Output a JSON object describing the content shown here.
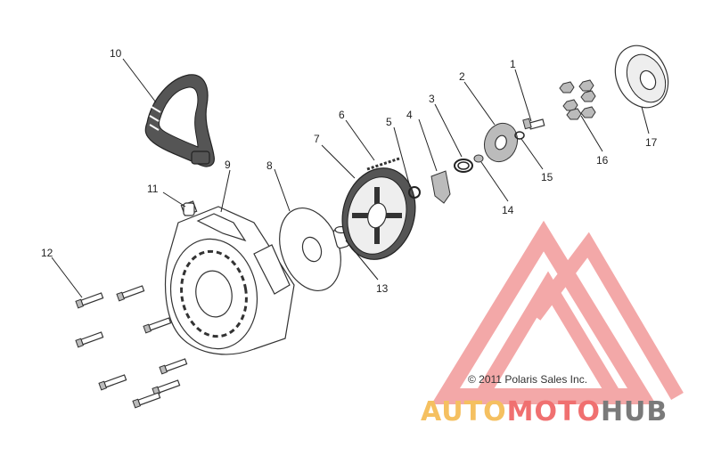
{
  "callouts": {
    "c1": "1",
    "c2": "2",
    "c3": "3",
    "c4": "4",
    "c5": "5",
    "c6": "6",
    "c7": "7",
    "c8": "8",
    "c9": "9",
    "c10": "10",
    "c11": "11",
    "c12": "12",
    "c13": "13",
    "c14": "14",
    "c15": "15",
    "c16": "16",
    "c17": "17"
  },
  "watermark": {
    "copyright": "© 2011 Polaris Sales Inc.",
    "brand_auto": "AUTO",
    "brand_moto": "MOTO",
    "brand_hub": "HUB",
    "colors": {
      "logo": "#f08c8c",
      "auto": "#f5c060",
      "moto": "#f07070",
      "hub": "#7a7a7a"
    }
  }
}
